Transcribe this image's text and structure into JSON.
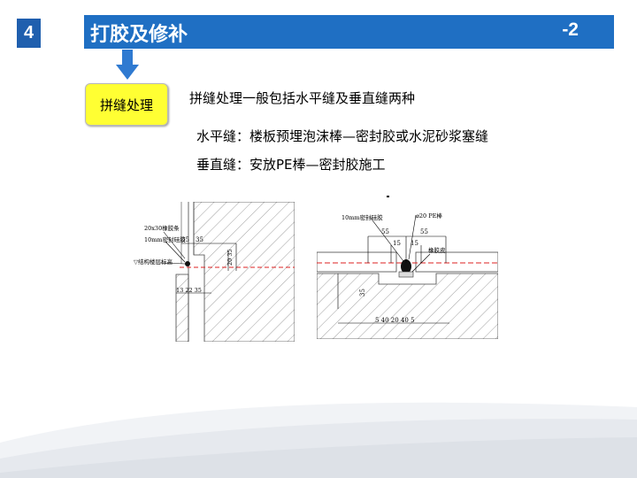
{
  "header": {
    "number": "4",
    "title": "打胶及修补",
    "suffix": "-2"
  },
  "tag": {
    "label": "拼缝处理"
  },
  "body": {
    "line1": "拼缝处理一般包括水平缝及垂直缝两种",
    "line2": "水平缝：楼板预埋泡沫棒—密封胶或水泥砂浆塞缝",
    "line3": "垂直缝：安放PE棒—密封胶施工"
  },
  "drawing_left": {
    "label_rubber": "20x30橡胶条",
    "label_sealant": "10mm密封硅胶",
    "label_level": "▽结构楼层标高",
    "dim_35a": "35",
    "dim_35b": "35",
    "dim_bottom": "13 22 35",
    "dim_vert": "20 35"
  },
  "drawing_right": {
    "label_sealant": "10mm密封硅胶",
    "label_pe": "⌀20 PE棒",
    "label_rubber": "橡胶皮",
    "dim_55a": "55",
    "dim_55b": "55",
    "dim_15a": "15",
    "dim_15b": "15",
    "dim_35": "35",
    "dim_bottom": "5 40 20 40 5"
  },
  "colors": {
    "accent": "#1f6fc3",
    "badge": "#1f5fae",
    "tag": "#ffff33",
    "arrow": "#2f7ad1"
  }
}
